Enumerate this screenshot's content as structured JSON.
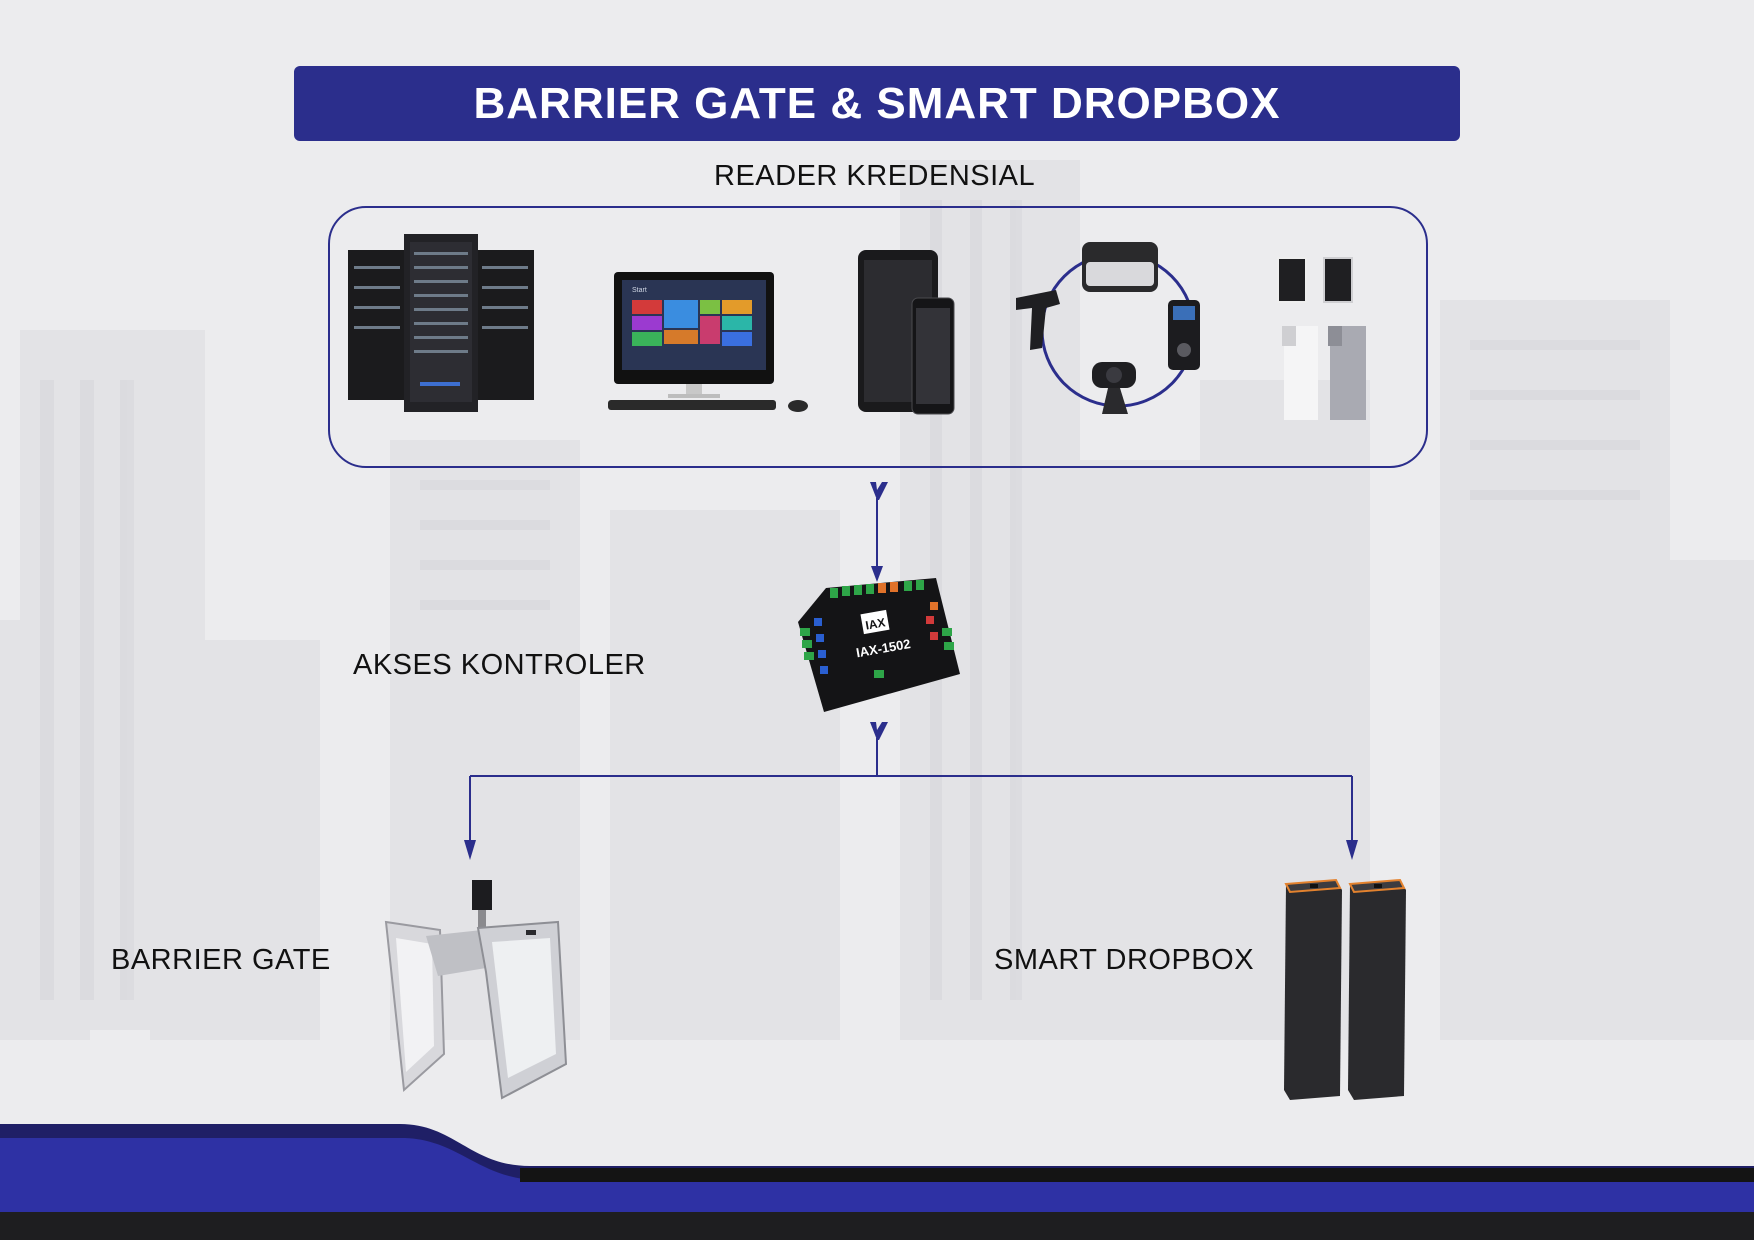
{
  "title": "BARRIER GATE & SMART DROPBOX",
  "labels": {
    "reader": "READER KREDENSIAL",
    "controller": "AKSES KONTROLER",
    "barrier": "BARRIER GATE",
    "dropbox": "SMART DROPBOX"
  },
  "controller_model": "IAX-1502",
  "controller_logo": "IAX",
  "computer_screen_text": "Start",
  "reader_devices": [
    "server-rack-icon",
    "desktop-computer-icon",
    "tablet-phone-icon",
    "peripheral-readers-icon",
    "kiosk-stand-icon"
  ],
  "colors": {
    "brand": "#2b2e8c",
    "background": "#ececee",
    "text": "#111111"
  }
}
